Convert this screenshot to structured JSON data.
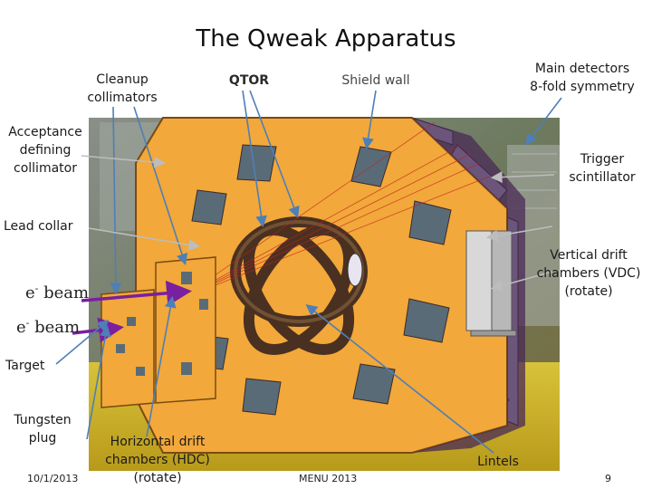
{
  "slide": {
    "title": "The Qweak Apparatus",
    "labels": {
      "cleanup_collimators": [
        "Cleanup",
        "collimators"
      ],
      "qtor": "QTOR",
      "shield_wall": "Shield wall",
      "main_detectors": [
        "Main detectors",
        "8-fold symmetry"
      ],
      "acceptance_collimator": [
        "Acceptance",
        "defining",
        "collimator"
      ],
      "trigger_scintillator": [
        "Trigger",
        "scintillator"
      ],
      "lead_collar": "Lead collar",
      "vdc": [
        "Vertical drift",
        "chambers (VDC)",
        "(rotate)"
      ],
      "target": "Target",
      "tungsten_plug": [
        "Tungsten",
        "plug"
      ],
      "hdc": [
        "Horizontal drift",
        "chambers (HDC)",
        "(rotate)"
      ],
      "lintels": "Lintels"
    },
    "beam_labels": [
      "e",
      "e"
    ],
    "beam_sup": "-",
    "beam_word": "beam",
    "footer": {
      "date": "10/1/2013",
      "conference": "MENU 2013",
      "page": "9"
    },
    "colors": {
      "shield_orange": "#f2a83a",
      "beam_purple": "#7a1fa0",
      "arrow_blue": "#4d7fb8",
      "arrow_gray": "#b0b0b0",
      "detector_bar": "#6b3a8c",
      "qtor_coil": "#4a3020"
    }
  }
}
